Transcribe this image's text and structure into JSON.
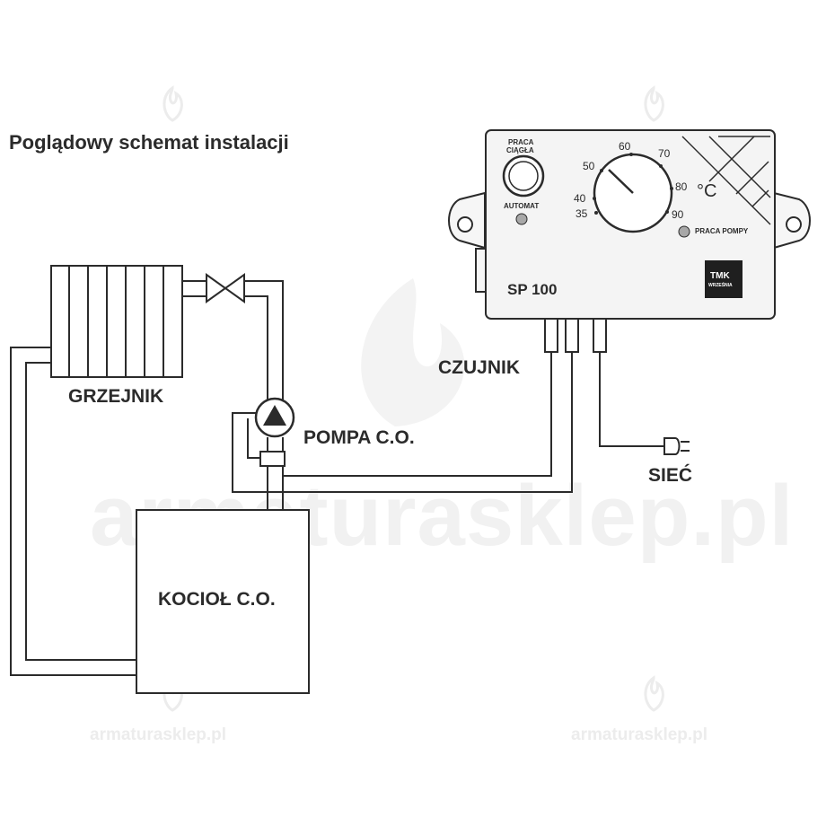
{
  "title": "Poglądowy schemat instalacji",
  "labels": {
    "radiator": "GRZEJNIK",
    "pump": "POMPA C.O.",
    "boiler": "KOCIOŁ C.O.",
    "sensor": "CZUJNIK",
    "mains": "SIEĆ"
  },
  "controller": {
    "model": "SP 100",
    "button_label_line1": "PRACA",
    "button_label_line2": "CIĄGŁA",
    "auto_label": "AUTOMAT",
    "pump_lamp_label": "PRACA POMPY",
    "unit": "°C",
    "dial_scale": [
      "35",
      "40",
      "50",
      "60",
      "70",
      "80",
      "90"
    ],
    "logo_text": "TMK",
    "logo_subtext": "WRZEŚNIA"
  },
  "watermark": {
    "main": "armaturasklep.pl",
    "small": "armaturasklep.pl"
  },
  "colors": {
    "line": "#2b2b2b",
    "device_fill": "#f4f4f4",
    "lamp": "#a8a8a8",
    "watermark": "#eeeeee"
  }
}
